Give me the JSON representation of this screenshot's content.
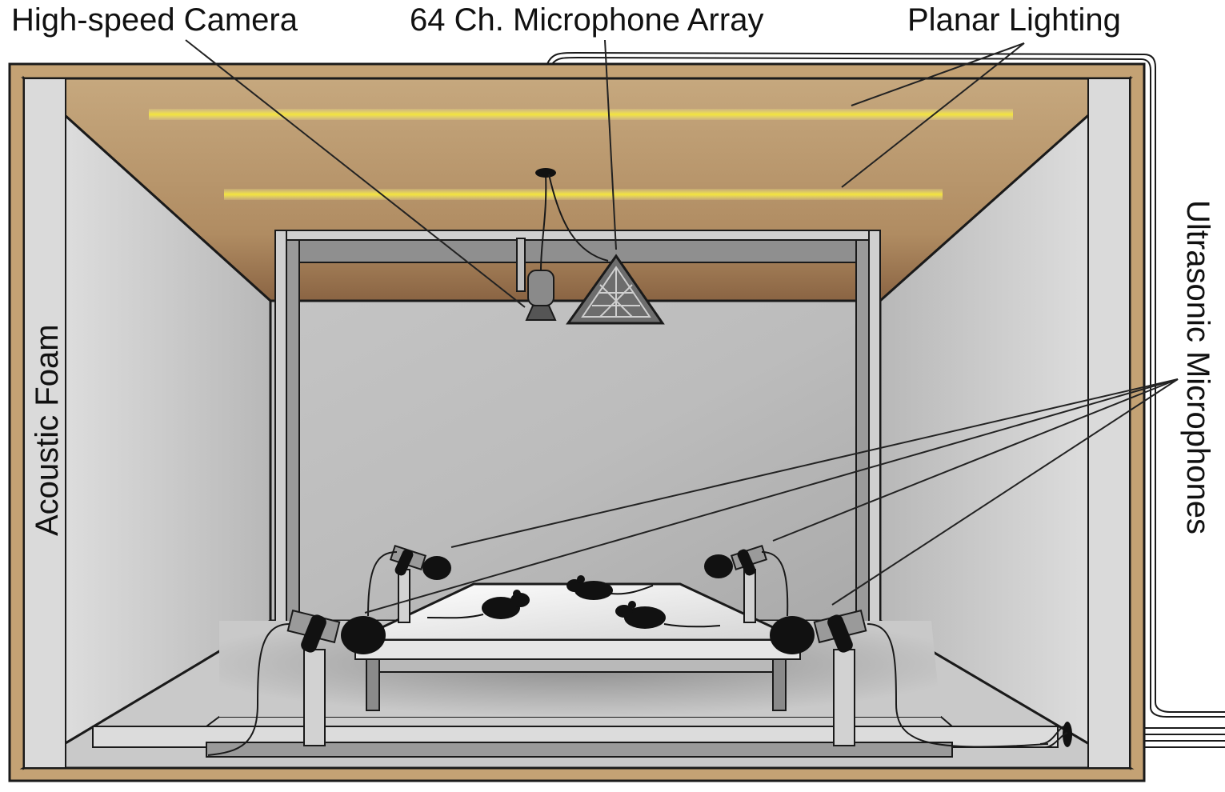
{
  "labels": {
    "camera": "High-speed Camera",
    "mic_array": "64 Ch. Microphone Array",
    "lighting": "Planar Lighting",
    "foam": "Acoustic Foam",
    "ultrasonic": "Ultrasonic Microphones"
  },
  "colors": {
    "wood": "#c4a274",
    "ceiling_top": "#c4a57a",
    "ceiling_bottom": "#8e6845",
    "wall": "#cfcfcf",
    "foam": "#dcdcdc",
    "light_strip": "#f0e23a",
    "mouse": "#111111"
  }
}
